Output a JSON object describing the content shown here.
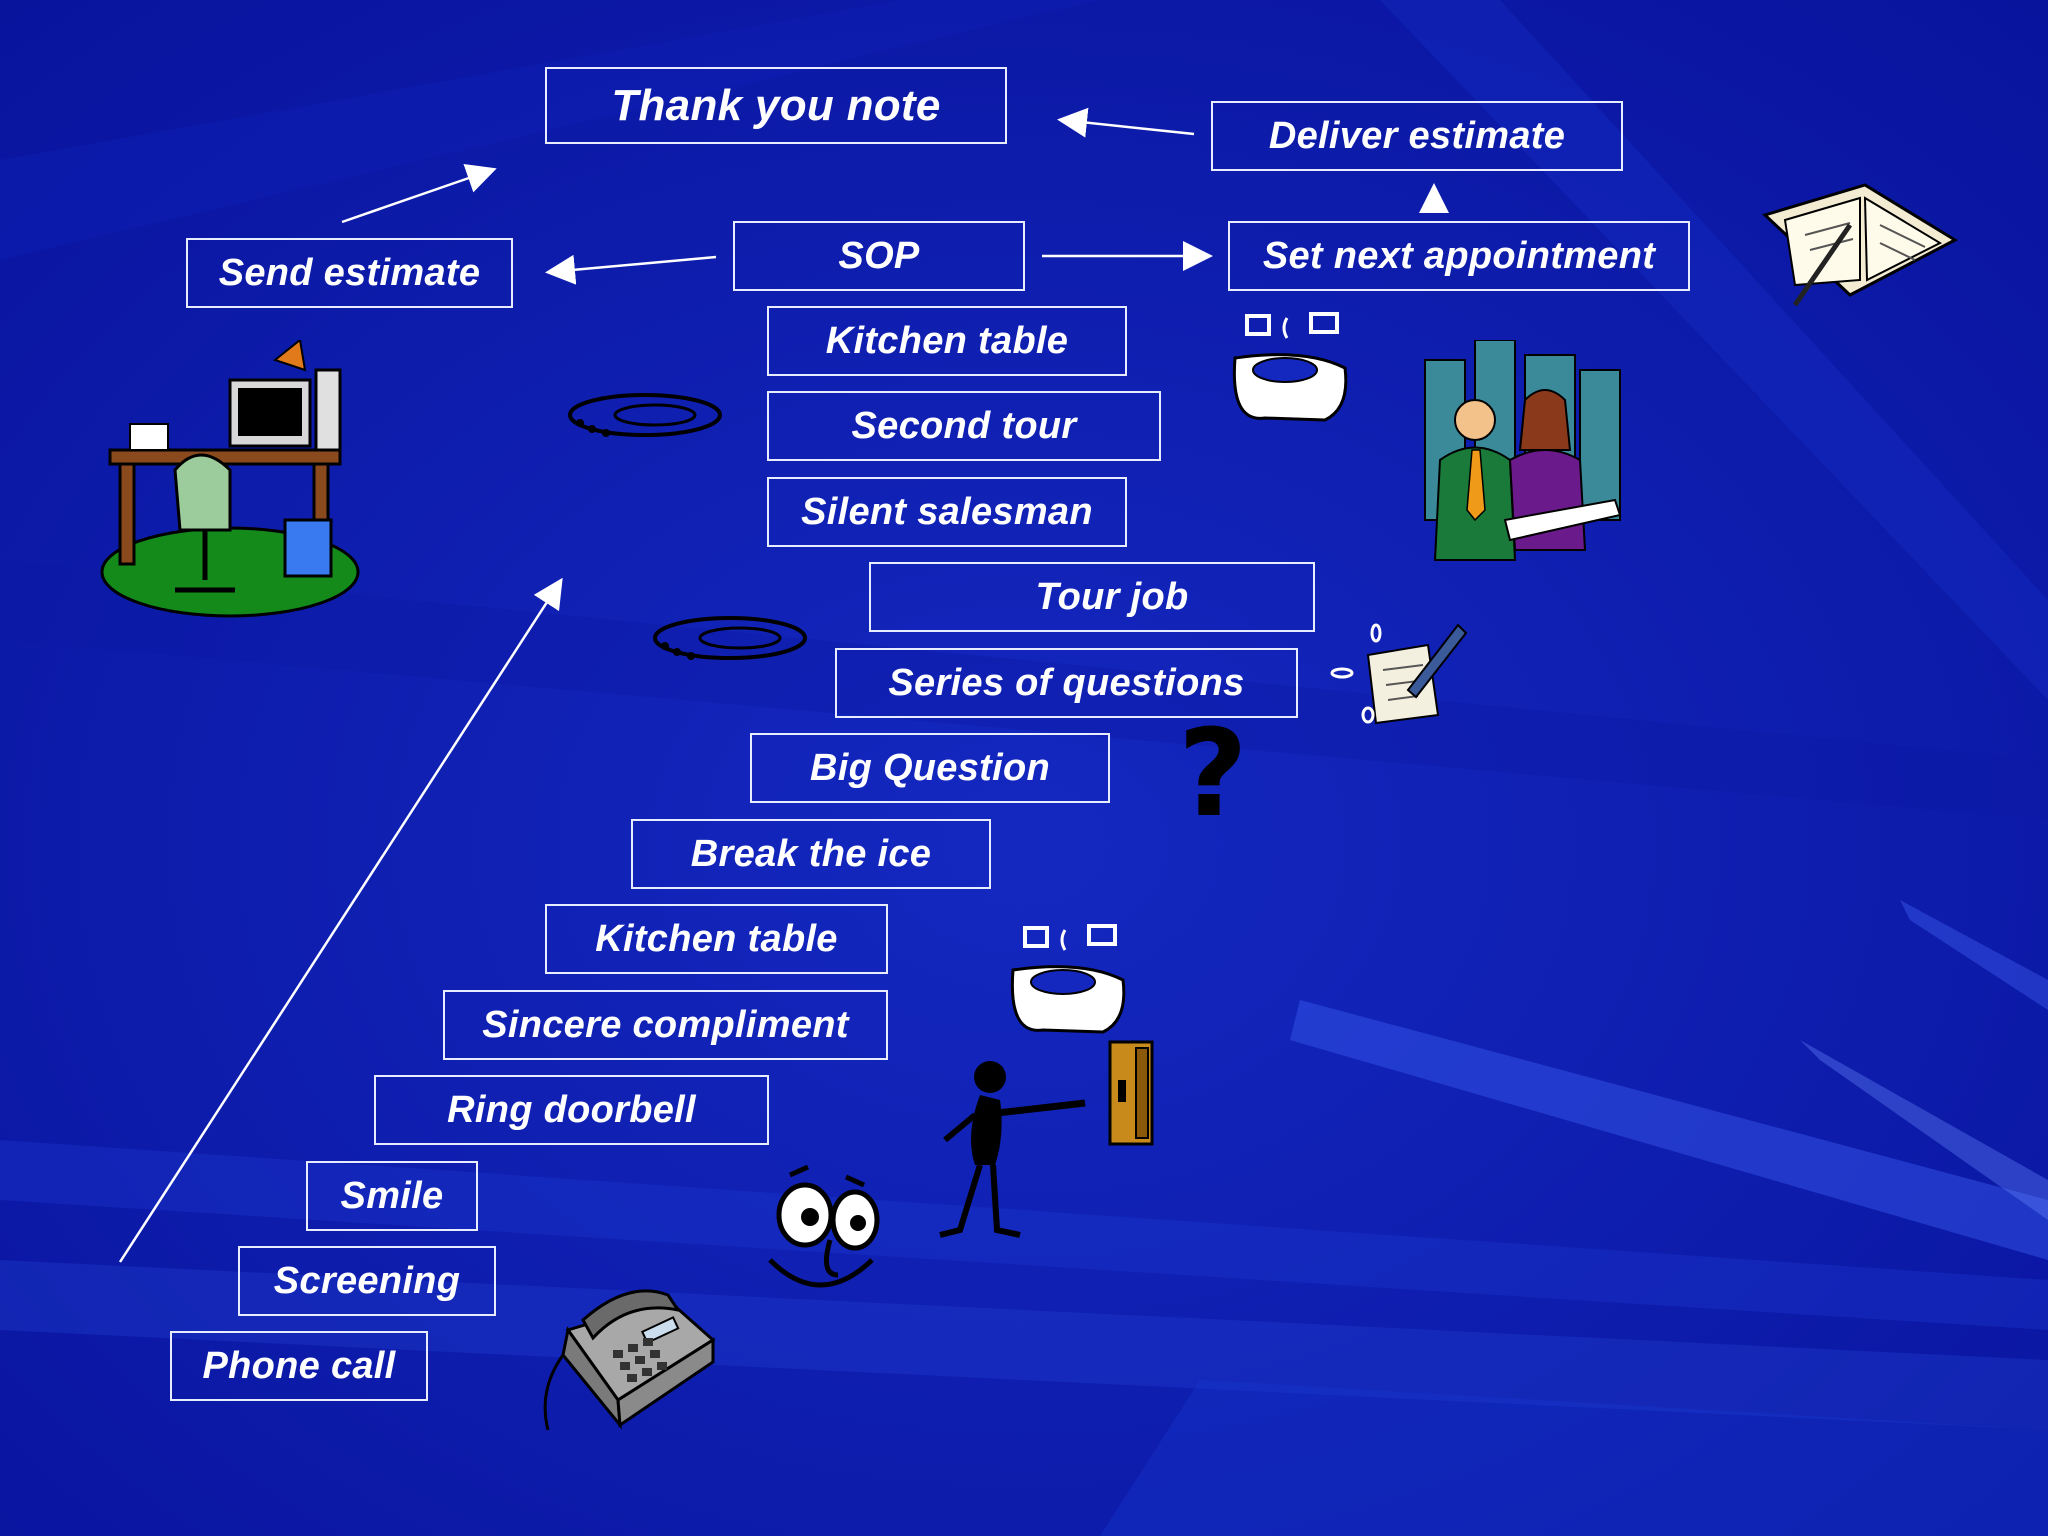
{
  "steps": [
    {
      "key": "phone_call",
      "label": "Phone call"
    },
    {
      "key": "screening",
      "label": "Screening"
    },
    {
      "key": "smile",
      "label": "Smile"
    },
    {
      "key": "ring_doorbell",
      "label": "Ring doorbell"
    },
    {
      "key": "sincere_compliment",
      "label": "Sincere compliment"
    },
    {
      "key": "kitchen_table_1",
      "label": "Kitchen table"
    },
    {
      "key": "break_the_ice",
      "label": "Break the ice"
    },
    {
      "key": "big_question",
      "label": "Big Question"
    },
    {
      "key": "series_of_questions",
      "label": "Series of questions"
    },
    {
      "key": "tour_job",
      "label": "Tour job"
    },
    {
      "key": "silent_salesman",
      "label": "Silent salesman"
    },
    {
      "key": "second_tour",
      "label": "Second tour"
    },
    {
      "key": "kitchen_table_2",
      "label": "Kitchen table"
    },
    {
      "key": "sop",
      "label": "SOP"
    },
    {
      "key": "send_estimate",
      "label": "Send estimate"
    },
    {
      "key": "set_next_appointment",
      "label": "Set next appointment"
    },
    {
      "key": "deliver_estimate",
      "label": "Deliver estimate"
    },
    {
      "key": "thank_you_note",
      "label": "Thank you note"
    }
  ],
  "question_mark": "?",
  "colors": {
    "background": "#0a1aa8",
    "box_border": "#e8ecff",
    "text": "#ffffff"
  },
  "clipart": [
    "desk-computer-icon",
    "planner-book-icon",
    "business-people-icon",
    "dining-table-icon",
    "handshake-swirl-icon",
    "clipboard-pen-icon",
    "question-mark-icon",
    "person-pointing-icon",
    "door-icon",
    "smiling-face-icon",
    "telephone-icon"
  ]
}
